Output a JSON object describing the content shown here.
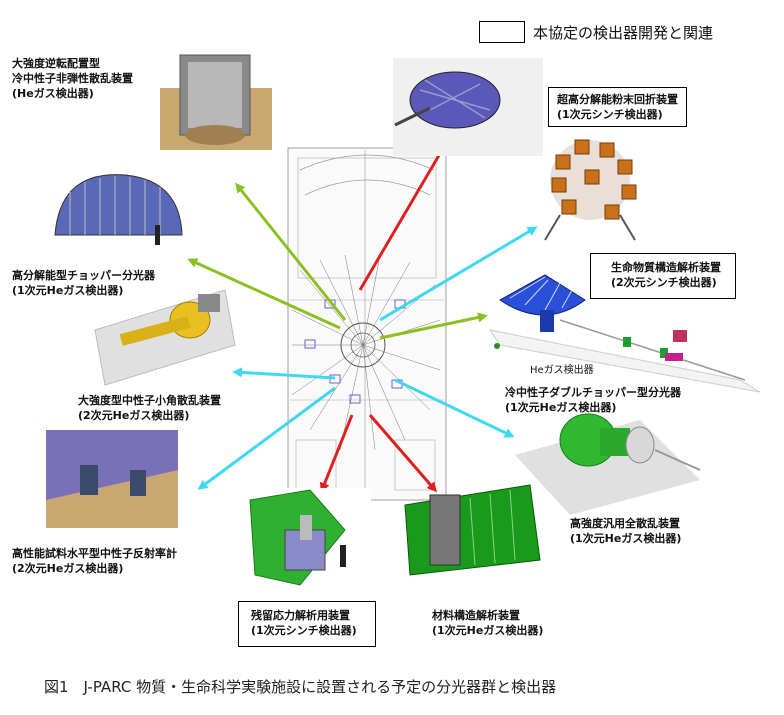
{
  "legend": {
    "text": "本協定の検出器開発と関連"
  },
  "caption": "図1　J-PARC 物質・生命科学実験施設に設置される予定の分光器群と検出器",
  "instruments": {
    "reverse_geometry": {
      "line1": "大強度逆転配置型",
      "line2": "冷中性子非弾性散乱装置",
      "line3": "(Heガス検出器)"
    },
    "high_res_chopper": {
      "line1": "高分解能型チョッパー分光器",
      "line2": "(1次元Heガス検出器)"
    },
    "sans": {
      "line1": "大強度型中性子小角散乱装置",
      "line2": "(2次元Heガス検出器)"
    },
    "reflectometer": {
      "line1": "高性能試料水平型中性子反射率計",
      "line2": "(2次元Heガス検出器)"
    },
    "powder": {
      "line1": "超高分解能粉末回折装置",
      "line2": "(1次元シンチ検出器)"
    },
    "bio": {
      "line1": "生命物質構造解析装置",
      "line2": "(2次元シンチ検出器)"
    },
    "double_chopper": {
      "line1": "冷中性子ダブルチョッパー型分光器",
      "line2": "(1次元Heガス検出器)"
    },
    "total_scattering": {
      "line1": "高強度汎用全散乱装置",
      "line2": "(1次元Heガス検出器)"
    },
    "residual_stress": {
      "line1": "残留応力解析用装置",
      "line2": "(1次元シンチ検出器)"
    },
    "materials": {
      "line1": "材料構造解析装置",
      "line2": "(1次元Heガス検出器)"
    }
  },
  "he_gas_label": "Heガス検出器",
  "colors": {
    "red": "#e02020",
    "green": "#8cc020",
    "cyan": "#40d8f0",
    "purple": "#5a58b8",
    "grey": "#9a9a9a"
  }
}
